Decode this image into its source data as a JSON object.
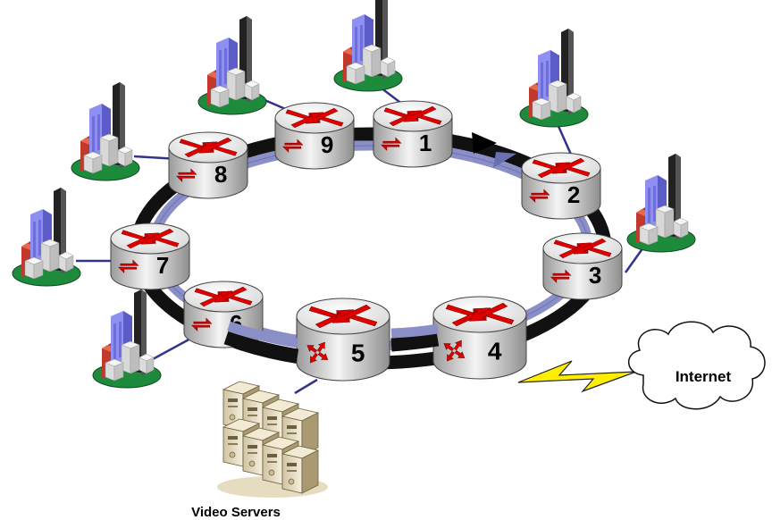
{
  "routers": [
    {
      "id": "r1",
      "label": "1",
      "variant": "small"
    },
    {
      "id": "r2",
      "label": "2",
      "variant": "small"
    },
    {
      "id": "r3",
      "label": "3",
      "variant": "small"
    },
    {
      "id": "r4",
      "label": "4",
      "variant": "large"
    },
    {
      "id": "r5",
      "label": "5",
      "variant": "large"
    },
    {
      "id": "r6",
      "label": "6",
      "variant": "small"
    },
    {
      "id": "r7",
      "label": "7",
      "variant": "small"
    },
    {
      "id": "r8",
      "label": "8",
      "variant": "small"
    },
    {
      "id": "r9",
      "label": "9",
      "variant": "small"
    }
  ],
  "internet": {
    "label": "Internet"
  },
  "servers": {
    "label": "Video Servers"
  },
  "colors": {
    "outer_ring": "#111111",
    "inner_ring": "#8a8fc7",
    "router_body": "#e2e2e2",
    "router_arrow": "#e00000",
    "link_line": "#33338a",
    "internet_bolt": "#ffee00"
  }
}
